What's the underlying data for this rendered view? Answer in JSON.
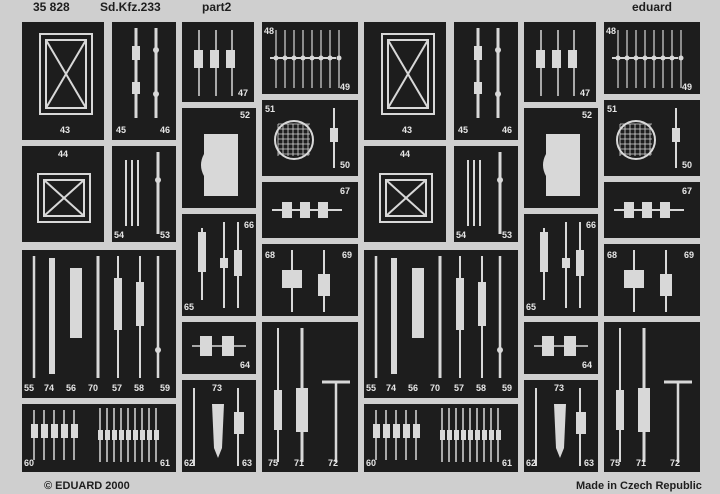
{
  "header": {
    "code": "35 828",
    "title": "Sd.Kfz.233",
    "part": "part2",
    "brand": "eduard"
  },
  "footer": {
    "copyright": "© EDUARD 2000",
    "origin": "Made in Czech Republic"
  },
  "numbers": {
    "n43": "43",
    "n44": "44",
    "n45": "45",
    "n46": "46",
    "n47": "47",
    "n48": "48",
    "n49": "49",
    "n50": "50",
    "n51": "51",
    "n52": "52",
    "n53": "53",
    "n54": "54",
    "n55": "55",
    "n56": "56",
    "n57": "57",
    "n58": "58",
    "n59": "59",
    "n60": "60",
    "n61": "61",
    "n62": "62",
    "n63": "63",
    "n64": "64",
    "n65": "65",
    "n66": "66",
    "n67": "67",
    "n68": "68",
    "n69": "69",
    "n70": "70",
    "n71": "71",
    "n72": "72",
    "n73": "73",
    "n74": "74",
    "n75": "75"
  },
  "colors": {
    "frame": "#cfcfcf",
    "panel": "#1d1d1d",
    "part": "#d8d8d8",
    "label": "#e6e6e6"
  }
}
